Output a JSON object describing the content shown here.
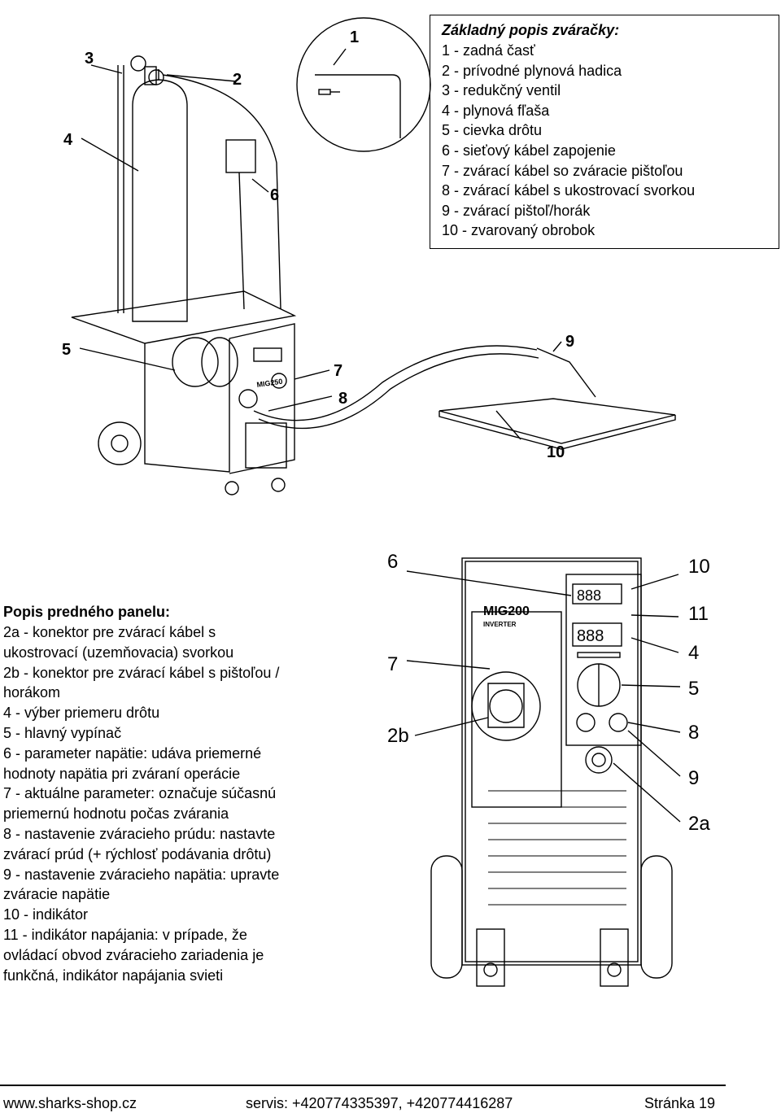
{
  "machine_overview": {
    "title": "Základný popis zváračky:",
    "items": [
      "1 - zadná časť",
      "2 - prívodné plynová hadica",
      "3 - redukčný ventil",
      "4 - plynová fľaša",
      "5 - cievka drôtu",
      "6 - sieťový kábel zapojenie",
      "7 - zvárací kábel so zváracie pištoľou",
      "8 - zvárací kábel s ukostrovací svorkou",
      "9 - zvárací pištoľ/horák",
      "10 - zvarovaný obrobok"
    ],
    "callouts": [
      "1",
      "2",
      "3",
      "4",
      "5",
      "6",
      "7",
      "8",
      "9",
      "10"
    ],
    "machine_label": "MIG250"
  },
  "front_panel": {
    "title": "Popis predného panelu:",
    "lines": [
      "2a - konektor pre zvárací kábel s",
      "ukostrovací (uzemňovacia) svorkou",
      "2b - konektor pre zvárací kábel s pištoľou /",
      "horákom",
      "4 - výber priemeru drôtu",
      "5 - hlavný vypínač",
      "6 - parameter napätie: udáva priemerné",
      "hodnoty napätia pri zváraní operácie",
      "7 - aktuálne parameter: označuje súčasnú",
      "priemernú hodnotu počas zvárania",
      "8 - nastavenie zváracieho prúdu: nastavte",
      "zvárací prúd (+ rýchlosť podávania drôtu)",
      "9 - nastavenie zváracieho napätia: upravte",
      "zváracie napätie",
      "10 - indikátor",
      "11 - indikátor napájania: v prípade, že",
      "ovládací obvod zváracieho zariadenia je",
      "funkčná, indikátor napájania svieti"
    ],
    "callouts": [
      "6",
      "7",
      "2b",
      "10",
      "11",
      "4",
      "5",
      "8",
      "9",
      "2a"
    ],
    "model": "MIG200",
    "model_sub": "INVERTER",
    "display_value": "888"
  },
  "footer": {
    "website": "www.sharks-shop.cz",
    "service": "servis: +420774335397, +420774416287",
    "page": "Stránka 19"
  }
}
